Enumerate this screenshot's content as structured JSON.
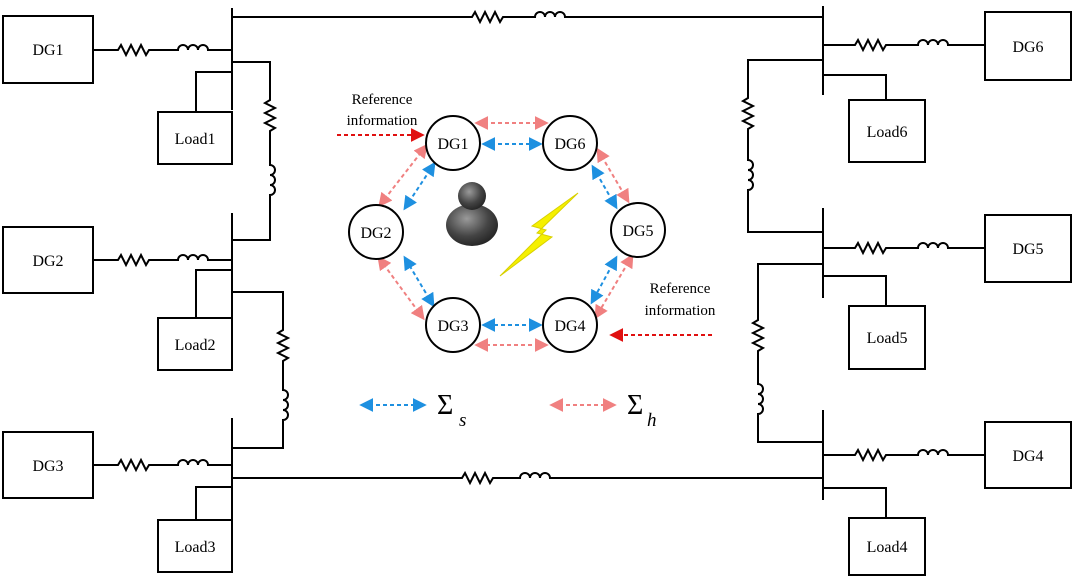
{
  "diagram": {
    "dg_boxes": {
      "dg1": "DG1",
      "dg2": "DG2",
      "dg3": "DG3",
      "dg4": "DG4",
      "dg5": "DG5",
      "dg6": "DG6"
    },
    "load_boxes": {
      "load1": "Load1",
      "load2": "Load2",
      "load3": "Load3",
      "load4": "Load4",
      "load5": "Load5",
      "load6": "Load6"
    },
    "nodes": {
      "dg1": "DG1",
      "dg2": "DG2",
      "dg3": "DG3",
      "dg4": "DG4",
      "dg5": "DG5",
      "dg6": "DG6"
    },
    "reference_left": {
      "line1": "Reference",
      "line2": "information"
    },
    "reference_right": {
      "line1": "Reference",
      "line2": "information"
    },
    "legend": {
      "sigma": "Σ",
      "sub_s": "s",
      "sub_h": "h"
    },
    "colors": {
      "line": "#000000",
      "comm_s": "#1e90e0",
      "comm_h": "#f08080",
      "reference_arrow": "#e01010",
      "attack_bolt": "#f5f000",
      "person": "#555555"
    },
    "icons": [
      "person-icon",
      "lightning-bolt-icon",
      "resistor-icon",
      "inductor-icon"
    ]
  }
}
